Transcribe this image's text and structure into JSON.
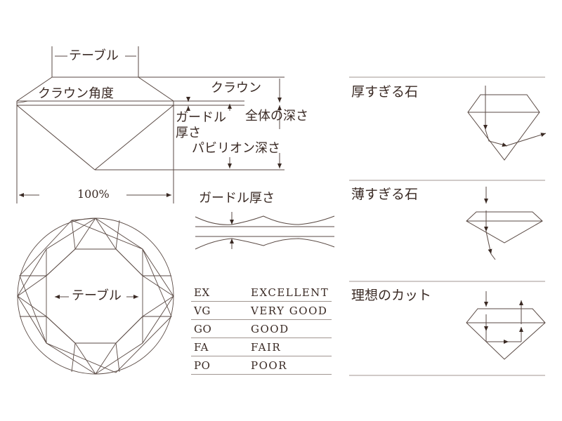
{
  "anatomy": {
    "table_top": "テーブル",
    "crown_angle": "クラウン角度",
    "crown": "クラウン",
    "girdle_thickness": "ガードル\n厚さ",
    "total_depth": "全体の深さ",
    "pavilion_depth": "パビリオン深さ",
    "diameter_percent": "100%",
    "table_bottom": "テーブル",
    "girdle_detail": "ガードル厚さ"
  },
  "grades": [
    {
      "code": "EX",
      "name": "EXCELLENT"
    },
    {
      "code": "VG",
      "name": "VERY GOOD"
    },
    {
      "code": "GO",
      "name": "GOOD"
    },
    {
      "code": "FA",
      "name": "FAIR"
    },
    {
      "code": "PO",
      "name": "POOR"
    }
  ],
  "cuts": [
    {
      "title": "厚すぎる石"
    },
    {
      "title": "薄すぎる石"
    },
    {
      "title": "理想のカット"
    }
  ],
  "colors": {
    "line": "#5a4a44",
    "text": "#3a2a24",
    "rule": "#a09590"
  }
}
